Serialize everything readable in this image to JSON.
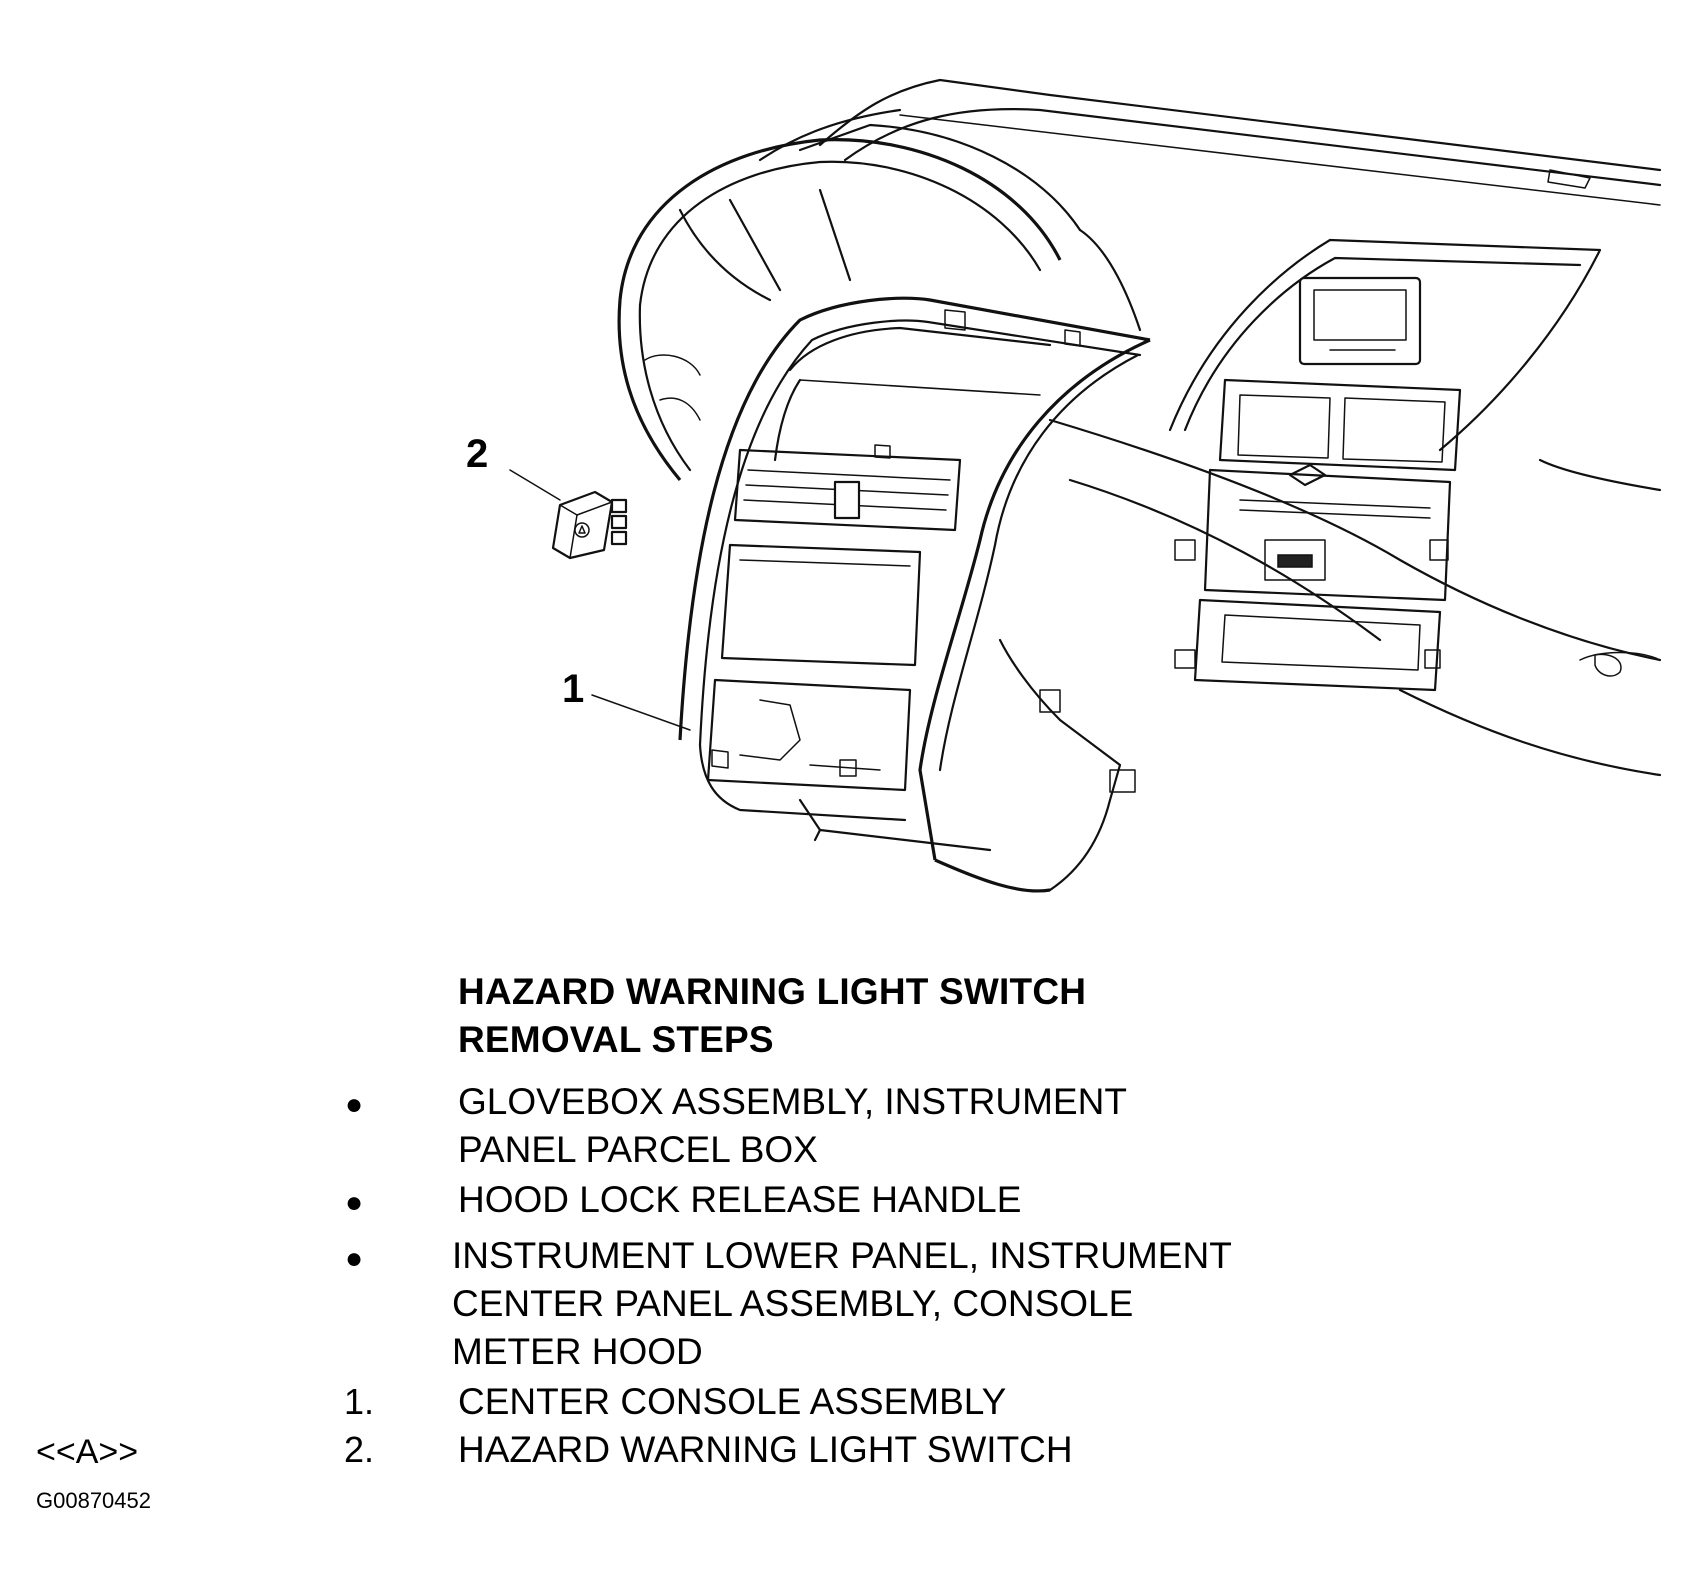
{
  "callouts": [
    {
      "label": "1"
    },
    {
      "label": "2"
    }
  ],
  "legend": {
    "title_line1": "HAZARD WARNING LIGHT SWITCH",
    "title_line2": "REMOVAL STEPS",
    "steps": [
      {
        "marker": "●",
        "text": "GLOVEBOX ASSEMBLY, INSTRUMENT\nPANEL PARCEL BOX"
      },
      {
        "marker": "●",
        "text": "HOOD LOCK RELEASE HANDLE"
      },
      {
        "marker": "●",
        "text": "INSTRUMENT LOWER PANEL, INSTRUMENT\nCENTER PANEL ASSEMBLY, CONSOLE\nMETER HOOD"
      },
      {
        "marker": "1.",
        "text": "CENTER CONSOLE ASSEMBLY"
      },
      {
        "marker": "2.",
        "text": "HAZARD WARNING LIGHT SWITCH"
      }
    ]
  },
  "reference_marker": "<<A>>",
  "figure_id": "G00870452"
}
